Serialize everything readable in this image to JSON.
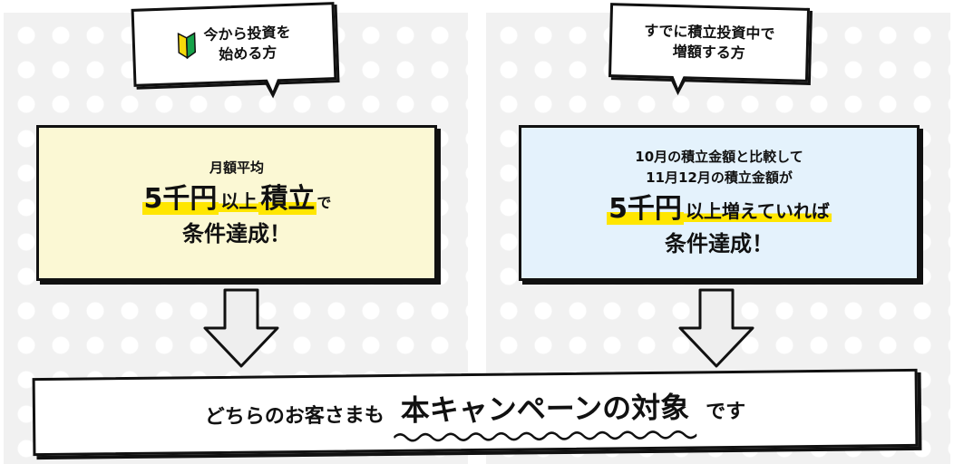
{
  "left": {
    "bubble_text": [
      "今から投資を",
      "始める方"
    ],
    "box_small": "月額平均",
    "box_big": {
      "amount": "5千円",
      "mid": "以上",
      "highlight_word": "積立",
      "suffix": "で"
    },
    "box_achieve": "条件達成！"
  },
  "right": {
    "bubble_text": [
      "すでに積立投資中で",
      "増額する方"
    ],
    "box_small": [
      "10月の積立金額と比較して",
      "11月12月の積立金額が"
    ],
    "box_big": {
      "amount": "5千円",
      "rest": "以上増えていれば"
    },
    "box_achieve": "条件達成！"
  },
  "banner": {
    "pre": "どちらのお客さまも",
    "target": "本キャンペーンの対象",
    "post": "です"
  },
  "colors": {
    "left_box": "#fbf8d4",
    "right_box": "#e4f2fc",
    "highlight": "#ffe600",
    "beginner_mark_green": "#16a34a",
    "beginner_mark_yellow": "#f5d90a"
  },
  "icons": [
    "beginner-mark-icon",
    "down-arrow-icon"
  ]
}
